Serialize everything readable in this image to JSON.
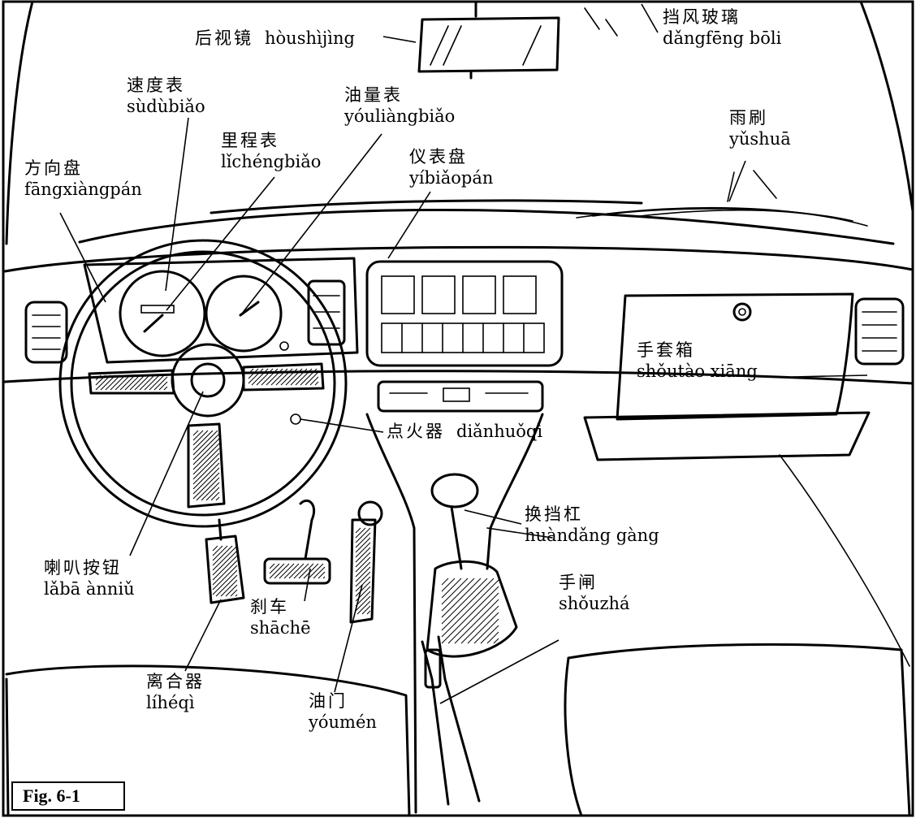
{
  "figure": {
    "label": "Fig. 6-1"
  },
  "diagram": {
    "labels": [
      {
        "id": "rearview-mirror",
        "zh": "后视镜",
        "py": "hòushìjìng",
        "line": [
          472,
          45,
          512,
          52
        ]
      },
      {
        "id": "windshield",
        "zh": "挡风玻璃",
        "py": "dǎngfēng bōli",
        "line": [
          790,
          5,
          810,
          40
        ]
      },
      {
        "id": "speedometer",
        "zh": "速度表",
        "py": "sùdùbiǎo",
        "line": [
          232,
          145,
          204,
          358
        ]
      },
      {
        "id": "odometer",
        "zh": "里程表",
        "py": "lǐchéngbiǎo",
        "line": [
          338,
          218,
          205,
          382
        ]
      },
      {
        "id": "fuel-gauge",
        "zh": "油量表",
        "py": "yóuliàngbiǎo",
        "line": [
          470,
          165,
          298,
          386
        ]
      },
      {
        "id": "dashboard",
        "zh": "仪表盘",
        "py": "yíbiǎopán",
        "line": [
          530,
          236,
          478,
          318
        ]
      },
      {
        "id": "wipers",
        "zh": "雨刷",
        "py": "yǔshuā",
        "line": [
          918,
          198,
          898,
          248
        ]
      },
      {
        "id": "steering-wheel",
        "zh": "方向盘",
        "py": "fāngxiàngpán",
        "line": [
          74,
          262,
          130,
          372
        ]
      },
      {
        "id": "glove-box",
        "zh": "手套箱",
        "py": "shǒutào xiāng",
        "line": [
          976,
          464,
          1068,
          462
        ]
      },
      {
        "id": "ignition",
        "zh": "点火器",
        "py": "diǎnhuǒqì",
        "line": [
          472,
          532,
          370,
          516
        ]
      },
      {
        "id": "gearshift",
        "zh": "换挡杠",
        "py": "huàndǎng gàng",
        "line": [
          642,
          645,
          572,
          628
        ]
      },
      {
        "id": "horn-button",
        "zh": "喇叭按钮",
        "py": "lǎbā ànniǔ",
        "line": [
          160,
          684,
          250,
          482
        ]
      },
      {
        "id": "brake",
        "zh": "刹车",
        "py": "shāchē",
        "line": [
          375,
          740,
          382,
          700
        ]
      },
      {
        "id": "handbrake",
        "zh": "手闸",
        "py": "shǒuzhá",
        "line": [
          688,
          788,
          542,
          866
        ]
      },
      {
        "id": "clutch",
        "zh": "离合器",
        "py": "líhéqì",
        "line": [
          228,
          826,
          272,
          738
        ]
      },
      {
        "id": "accelerator",
        "zh": "油门",
        "py": "yóumén",
        "line": [
          412,
          852,
          446,
          720
        ]
      }
    ]
  }
}
